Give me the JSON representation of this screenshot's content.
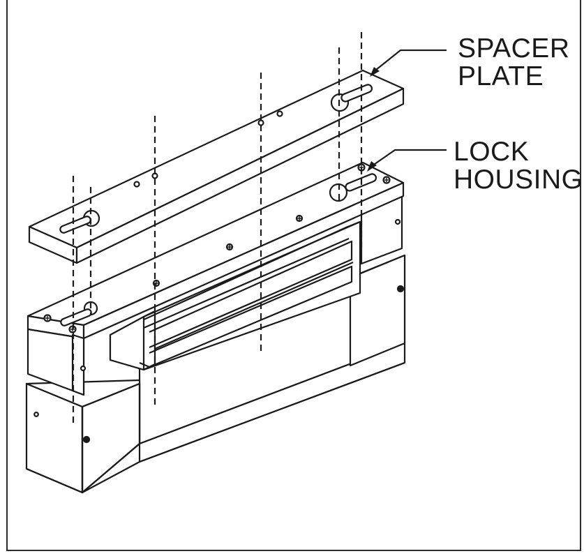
{
  "diagram": {
    "labels": {
      "spacer_plate_line1": "SPACER",
      "spacer_plate_line2": "PLATE",
      "lock_housing_line1": "LOCK",
      "lock_housing_line2": "HOUSING"
    },
    "colors": {
      "stroke": "#1a1a1a",
      "fill": "#ffffff",
      "shade": "#d9d9d9",
      "frame": "#2b2b2b"
    }
  }
}
